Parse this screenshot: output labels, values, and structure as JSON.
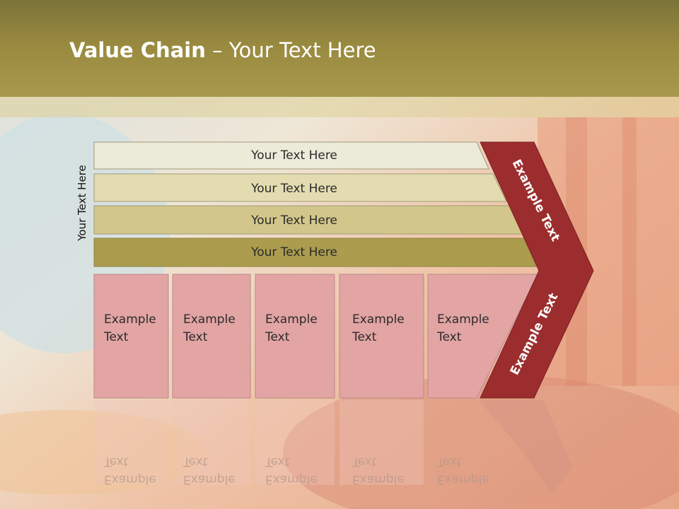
{
  "title": {
    "bold": "Value Chain",
    "rest": " – Your Text Here"
  },
  "side_label": "Your Text Here",
  "rows": [
    "Your Text Here",
    "Your Text Here",
    "Your Text Here",
    "Your Text Here"
  ],
  "columns": [
    [
      "Example",
      "Text"
    ],
    [
      "Example",
      "Text"
    ],
    [
      "Example",
      "Text"
    ],
    [
      "Example",
      "Text"
    ],
    [
      "Example",
      "Text"
    ]
  ],
  "chevron_top": "Example Text",
  "chevron_bottom": "Example Text",
  "colors": {
    "header": "#9a8c42",
    "row_fills": [
      "#ecebda",
      "#e3dcb0",
      "#d2c68a",
      "#ab9c4e"
    ],
    "column_fill": "#e3a4a4",
    "chevron": "#9b2d2e"
  }
}
